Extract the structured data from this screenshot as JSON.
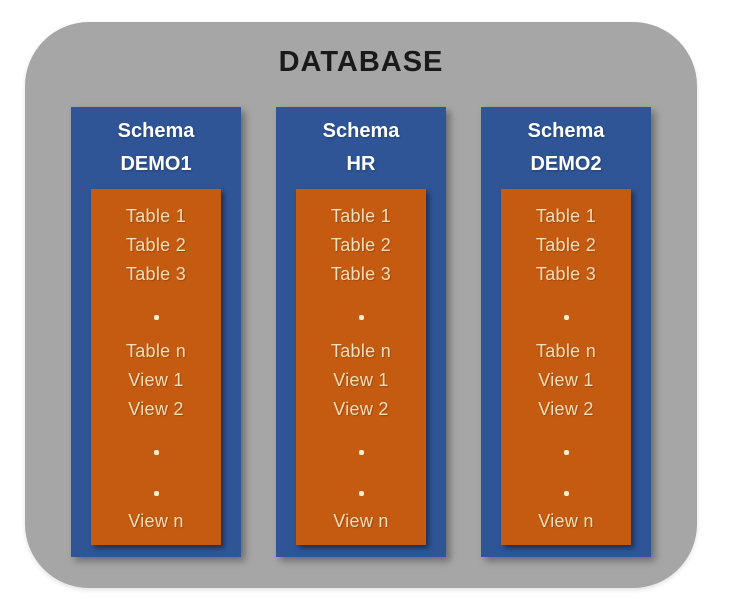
{
  "diagram": {
    "title": "DATABASE",
    "columns": [
      {
        "header_line1": "Schema",
        "header_line2": "DEMO1",
        "items": [
          {
            "type": "text",
            "label": "Table 1"
          },
          {
            "type": "text",
            "label": "Table 2"
          },
          {
            "type": "text",
            "label": "Table 3"
          },
          {
            "type": "dot"
          },
          {
            "type": "text",
            "label": "Table n"
          },
          {
            "type": "text",
            "label": "View 1"
          },
          {
            "type": "text",
            "label": "View 2"
          },
          {
            "type": "dot"
          },
          {
            "type": "dot"
          },
          {
            "type": "text",
            "label": "View n"
          }
        ]
      },
      {
        "header_line1": "Schema",
        "header_line2": "HR",
        "items": [
          {
            "type": "text",
            "label": "Table 1"
          },
          {
            "type": "text",
            "label": "Table 2"
          },
          {
            "type": "text",
            "label": "Table 3"
          },
          {
            "type": "dot"
          },
          {
            "type": "text",
            "label": "Table n"
          },
          {
            "type": "text",
            "label": "View 1"
          },
          {
            "type": "text",
            "label": "View 2"
          },
          {
            "type": "dot"
          },
          {
            "type": "dot"
          },
          {
            "type": "text",
            "label": "View n"
          }
        ]
      },
      {
        "header_line1": "Schema",
        "header_line2": "DEMO2",
        "items": [
          {
            "type": "text",
            "label": "Table 1"
          },
          {
            "type": "text",
            "label": "Table 2"
          },
          {
            "type": "text",
            "label": "Table 3"
          },
          {
            "type": "dot"
          },
          {
            "type": "text",
            "label": "Table n"
          },
          {
            "type": "text",
            "label": "View 1"
          },
          {
            "type": "text",
            "label": "View 2"
          },
          {
            "type": "dot"
          },
          {
            "type": "dot"
          },
          {
            "type": "text",
            "label": "View n"
          }
        ]
      }
    ]
  },
  "colors": {
    "canvas_background": "#ffffff",
    "database_fill": "#a6a6a6",
    "schema_fill": "#2f5597",
    "items_fill": "#c55a11",
    "title_text": "#1a1a1a",
    "schema_text": "#ffffff",
    "item_text": "#f5dfba",
    "dot_color": "#faeed3"
  }
}
